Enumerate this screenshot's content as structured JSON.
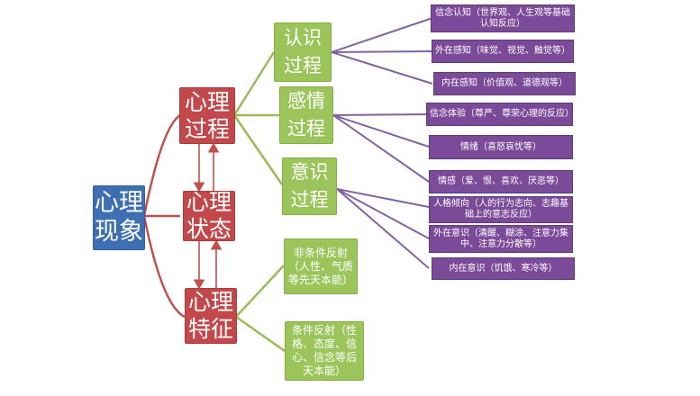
{
  "colors": {
    "blue": "#3f6fb3",
    "red": "#c3484b",
    "green": "#9bc55b",
    "purple": "#7b4b9a",
    "line_red": "#c0504d",
    "line_green": "#9bbb59",
    "line_purple": "#8064a2"
  },
  "root": {
    "label": "心理现象"
  },
  "level1": [
    {
      "id": "process",
      "label": "心理过程"
    },
    {
      "id": "state",
      "label": "心理状态"
    },
    {
      "id": "trait",
      "label": "心理特征"
    }
  ],
  "level2": [
    {
      "id": "cognition",
      "label": "认识过程"
    },
    {
      "id": "emotion",
      "label": "感情过程"
    },
    {
      "id": "will",
      "label": "意识过程"
    },
    {
      "id": "unconditioned",
      "label": "非条件反射（人性、气质等先天本能）"
    },
    {
      "id": "conditioned",
      "label": "条件反射（性格、态度、信心、信念等后天本能）"
    }
  ],
  "level3": [
    {
      "label": "信念认知（世界观、人生观等基础认知反应）"
    },
    {
      "label": "外在感知（味觉、视觉、触觉等）"
    },
    {
      "label": "内在感知（价值观、道德观等）"
    },
    {
      "label": "信念体验（尊严、尊荣心理的反应）"
    },
    {
      "label": "情绪（喜怒哀忧等）"
    },
    {
      "label": "情感（爱、恨、喜欢、厌恶等）"
    },
    {
      "label": "人格倾向（人的行为志向、志趣基础上的意志反应）"
    },
    {
      "label": "外在意识（清醒、糊涂、注意力集中、注意力分散等）"
    },
    {
      "label": "内在意识（饥饿、寒冷等）"
    }
  ]
}
